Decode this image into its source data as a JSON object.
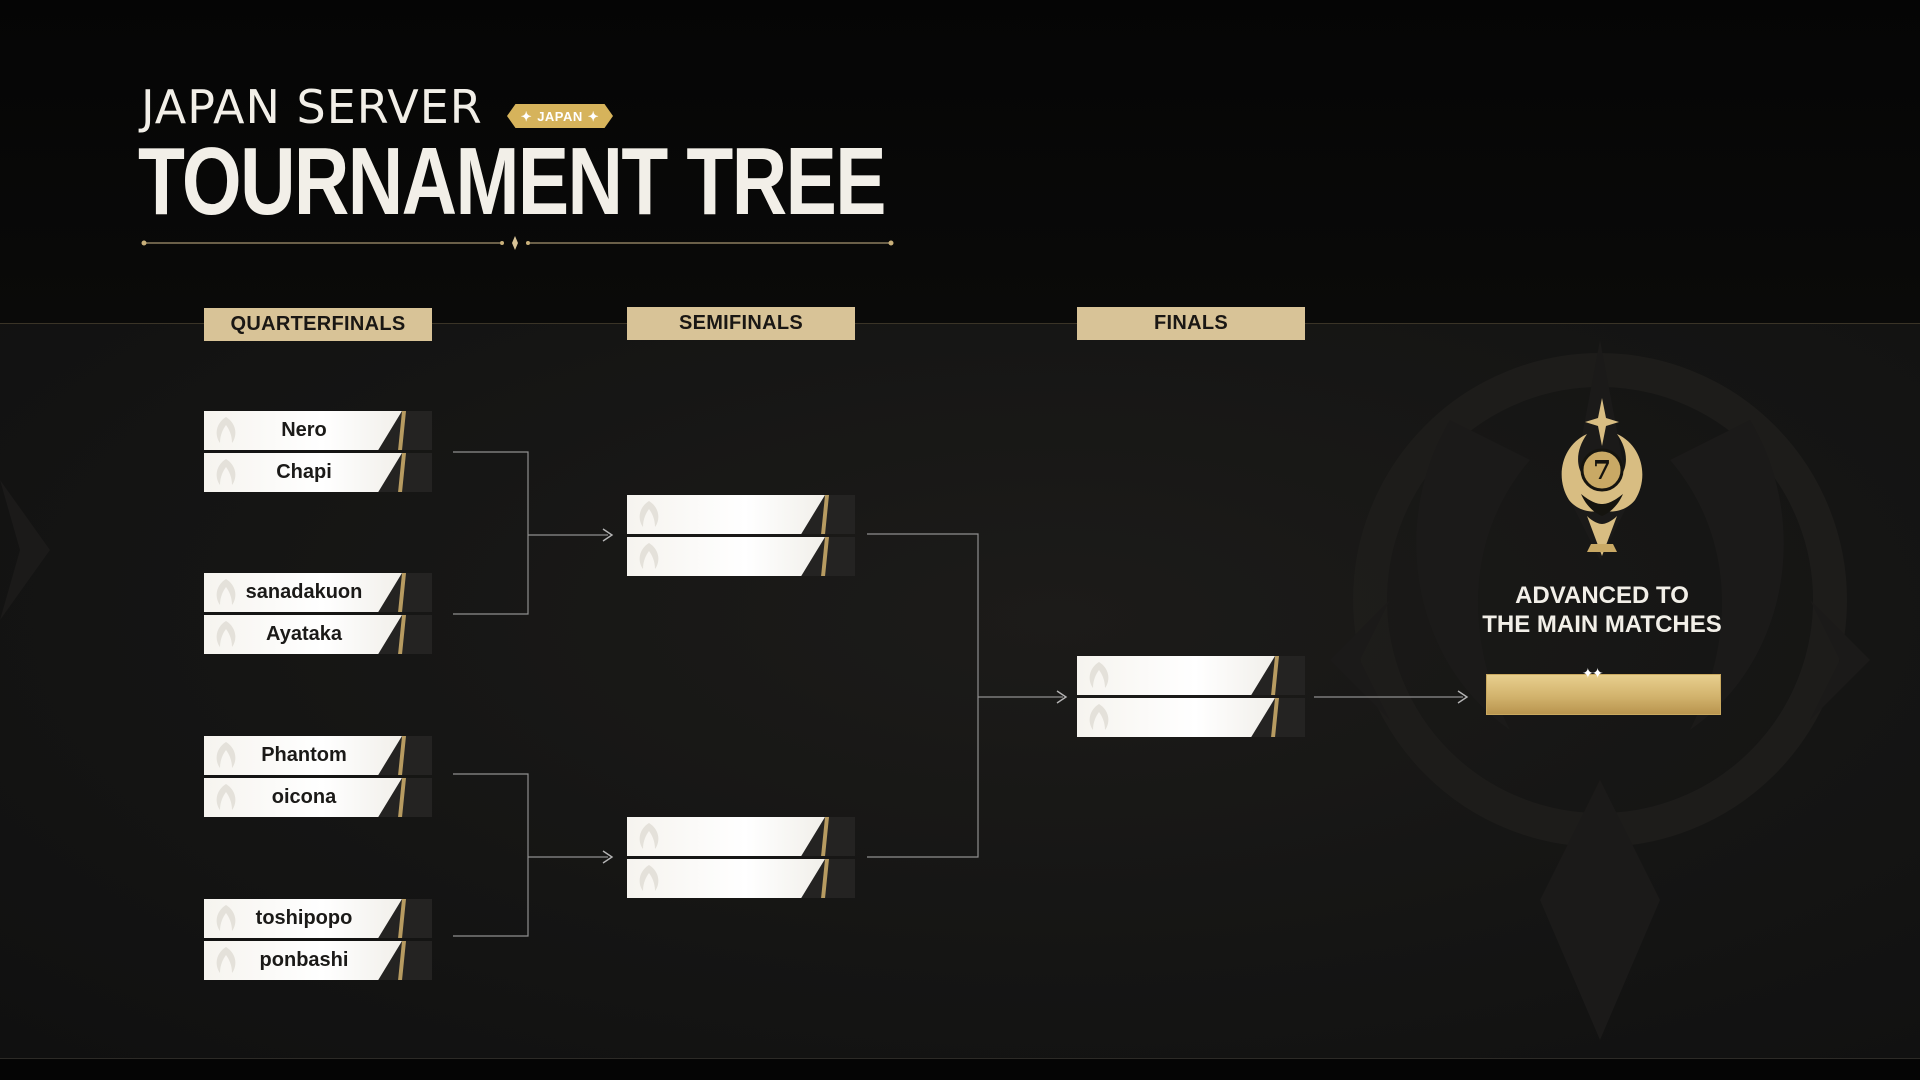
{
  "header": {
    "subtitle": "JAPAN SERVER",
    "region_badge": "JAPAN",
    "title": "TOURNAMENT TREE"
  },
  "rounds": {
    "quarterfinals": "QUARTERFINALS",
    "semifinals": "SEMIFINALS",
    "finals": "FINALS"
  },
  "quarterfinals": [
    {
      "a": "Nero",
      "b": "Chapi"
    },
    {
      "a": "sanadakuon",
      "b": "Ayataka"
    },
    {
      "a": "Phantom",
      "b": "oicona"
    },
    {
      "a": "toshipopo",
      "b": "ponbashi"
    }
  ],
  "semifinals": [
    {
      "a": "",
      "b": ""
    },
    {
      "a": "",
      "b": ""
    }
  ],
  "finals": {
    "a": "",
    "b": ""
  },
  "result": {
    "advanced_line1": "ADVANCED TO",
    "advanced_line2": "THE MAIN MATCHES",
    "winner": ""
  },
  "colors": {
    "accent_gold": "#d8c397",
    "badge_gold": "#d6b35b",
    "background": "#151514"
  }
}
